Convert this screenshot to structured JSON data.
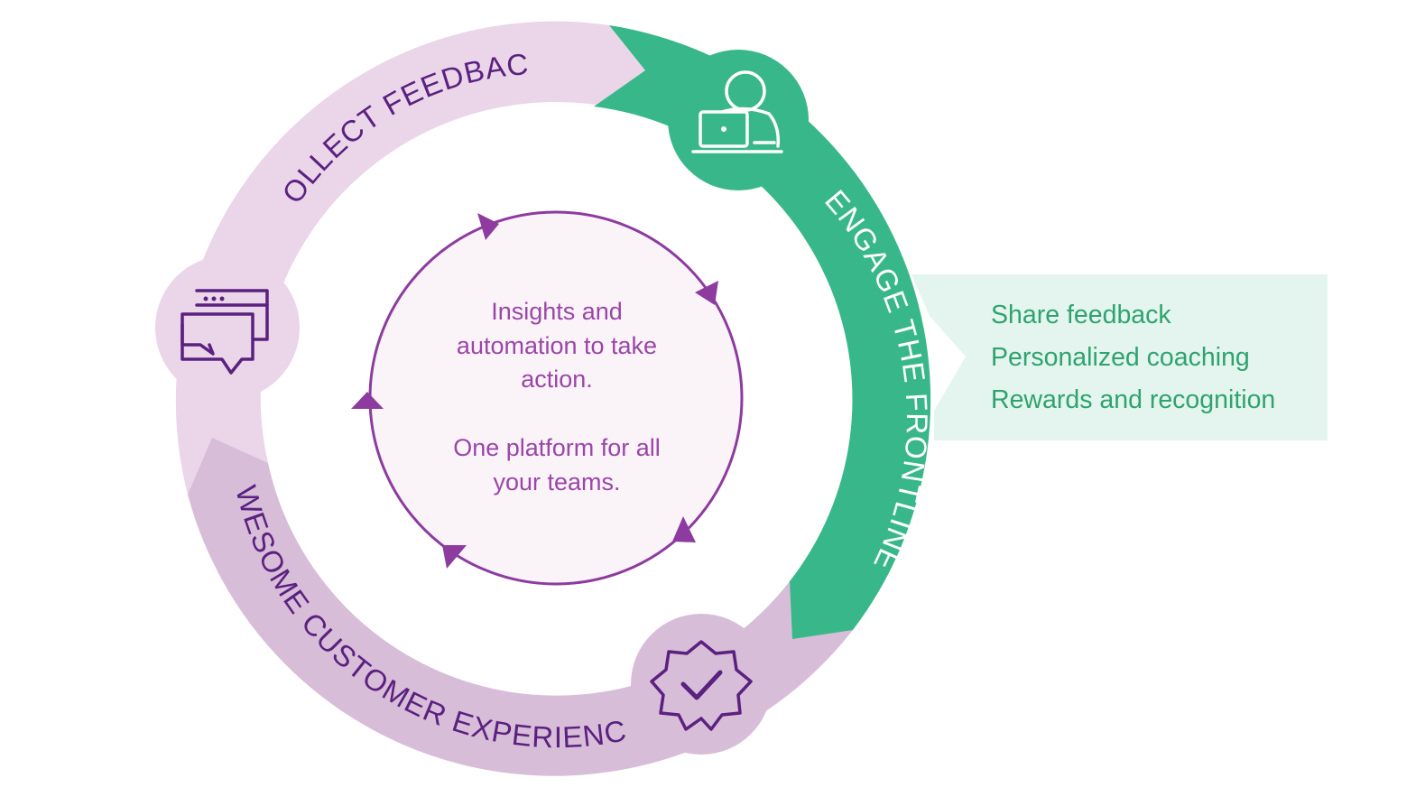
{
  "cycle": {
    "collect_label": "COLLECT FEEDBACK",
    "engage_label": "ENGAGE THE FRONTLINE",
    "experience_label": "AWESOME CUSTOMER EXPERIENCE"
  },
  "center": {
    "lines": [
      "Insights and",
      "automation to take",
      "action.",
      "",
      "One platform for all",
      "your teams."
    ]
  },
  "engage_panel": {
    "items": [
      "Share feedback",
      "Personalized coaching",
      "Rewards and recognition"
    ]
  },
  "icons": {
    "collect": "chat-window-icon",
    "engage": "person-laptop-icon",
    "experience": "badge-check-icon"
  },
  "colors": {
    "collect_segment": "#ead5e9",
    "experience_segment": "#d8bdd8",
    "engage_segment": "#38b88a",
    "panel_bg": "#e3f5ee",
    "panel_text": "#2fa36f",
    "purple_text": "#5a2180",
    "center_text": "#9b45a8",
    "center_stroke": "#8d3b9f",
    "center_fill": "#faf4f9"
  }
}
